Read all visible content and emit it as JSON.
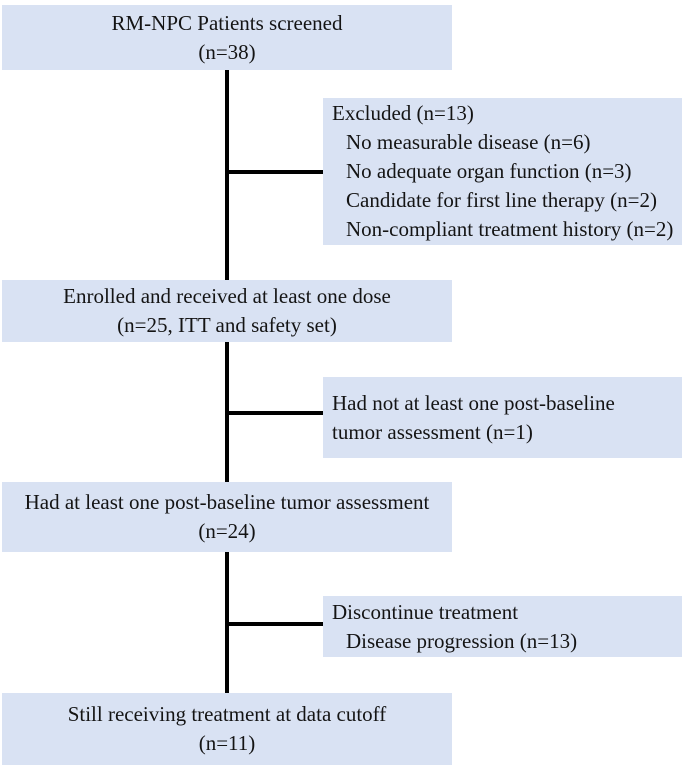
{
  "diagram": {
    "type": "flowchart",
    "style": {
      "box_fill": "#d9e2f3",
      "line_color": "#000000",
      "text_color": "#141414"
    },
    "main_boxes": [
      {
        "id": "screened",
        "line1": "RM-NPC Patients screened",
        "line2": "(n=38)"
      },
      {
        "id": "enrolled",
        "line1": "Enrolled and received at least one dose",
        "line2": "(n=25, ITT and safety set)"
      },
      {
        "id": "post_baseline",
        "line1": "Had at least one post-baseline tumor assessment",
        "line2": "(n=24)"
      },
      {
        "id": "cutoff",
        "line1": "Still receiving treatment at data cutoff",
        "line2": "(n=11)"
      }
    ],
    "side_boxes": [
      {
        "id": "excluded",
        "title": "Excluded (n=13)",
        "items": [
          "No measurable disease (n=6)",
          "No adequate organ function (n=3)",
          "Candidate for first line therapy (n=2)",
          "Non-compliant treatment history (n=2)"
        ]
      },
      {
        "id": "no_post_baseline",
        "line1": "Had not at least one post-baseline",
        "line2": "tumor assessment (n=1)"
      },
      {
        "id": "discontinue",
        "title": "Discontinue treatment",
        "items": [
          "Disease progression (n=13)"
        ]
      }
    ]
  }
}
